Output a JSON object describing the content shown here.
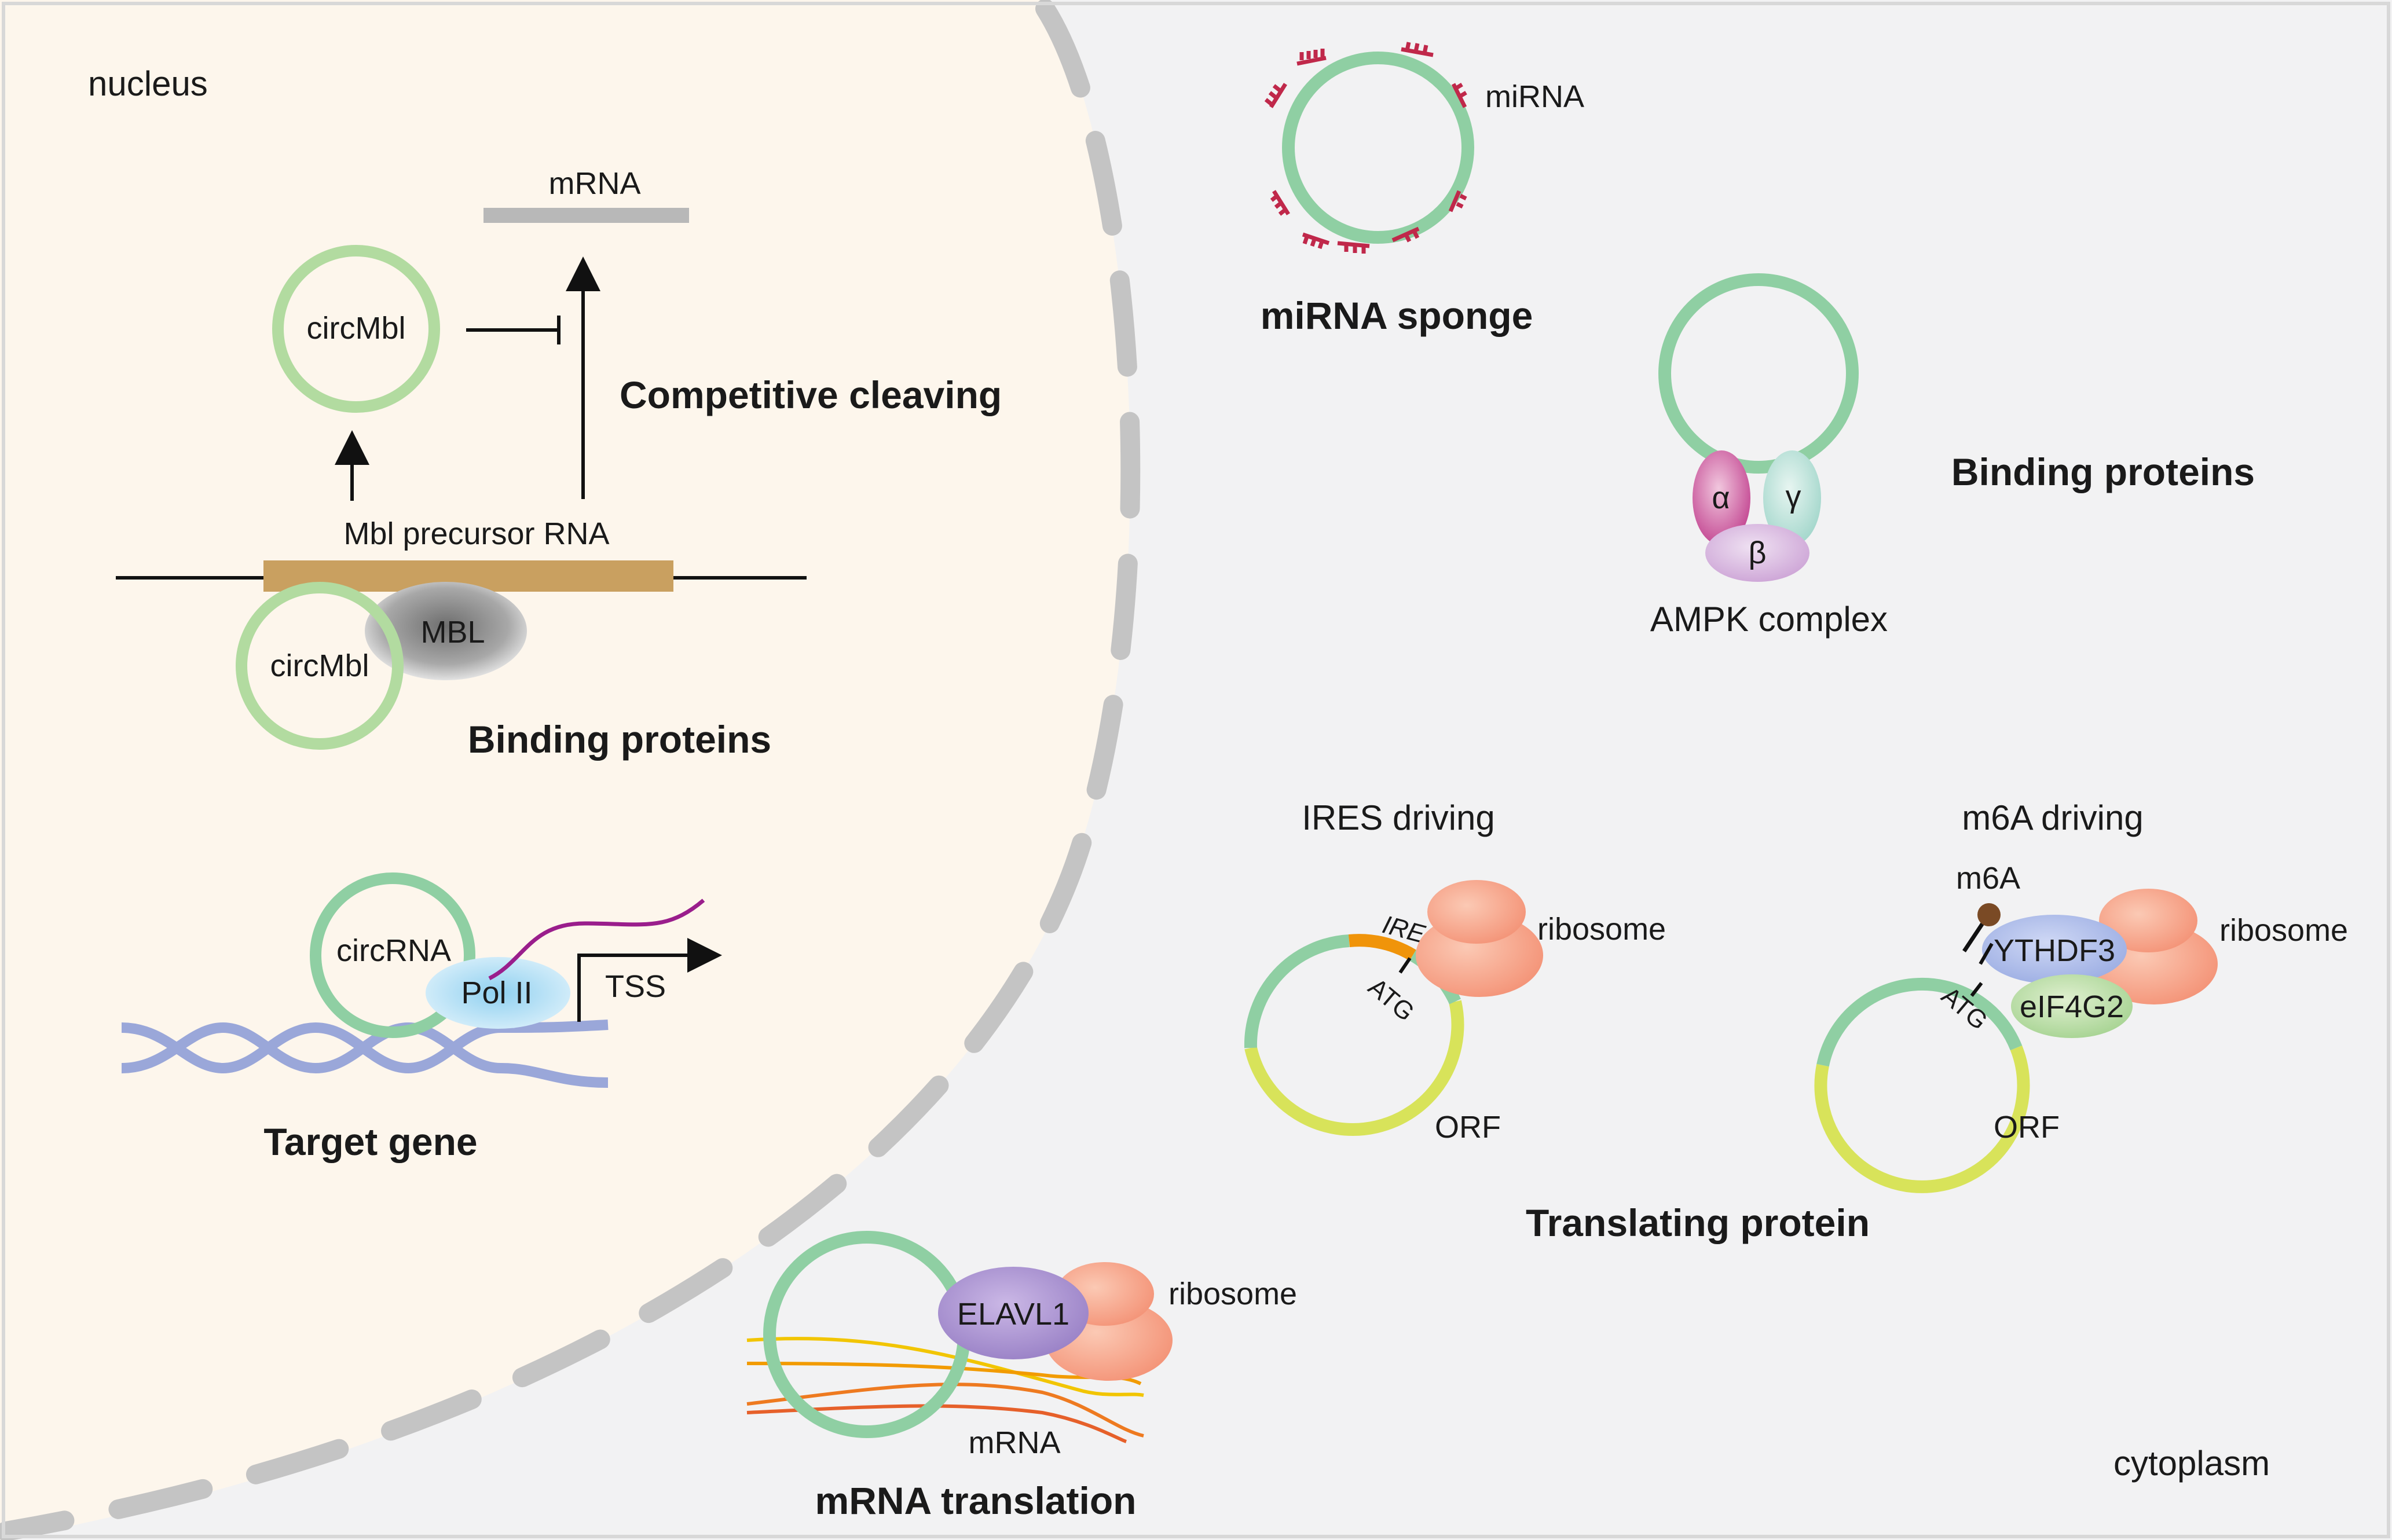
{
  "regions": {
    "nucleus": "nucleus",
    "cytoplasm": "cytoplasm"
  },
  "nuclear": {
    "mrna": "mRNA",
    "circmbl_top": "circMbl",
    "competitive_cleaving": "Competitive cleaving",
    "precursor": "Mbl precursor RNA",
    "mbl": "MBL",
    "circmbl_bottom": "circMbl",
    "binding_proteins": "Binding proteins",
    "circrna": "circRNA",
    "pol2": "Pol II",
    "tss": "TSS",
    "target_gene": "Target gene"
  },
  "cytoplasmic": {
    "mirna": "miRNA",
    "mirna_sponge": "miRNA sponge",
    "alpha": "α",
    "gamma": "γ",
    "beta": "β",
    "ampk": "AMPK complex",
    "binding_proteins": "Binding proteins",
    "ires_driving": "IRES driving",
    "ires": "IRES",
    "atg_ires": "ATG",
    "ribosome_ires": "ribosome",
    "orf_ires": "ORF",
    "m6a_driving": "m6A driving",
    "m6a": "m6A",
    "ythdf3": "YTHDF3",
    "eif4g2": "eIF4G2",
    "atg_m6a": "ATG",
    "ribosome_m6a": "ribosome",
    "orf_m6a": "ORF",
    "translating_protein": "Translating protein",
    "elavl1": "ELAVL1",
    "ribosome_elavl": "ribosome",
    "mrna": "mRNA",
    "mrna_translation": "mRNA translation"
  },
  "colors": {
    "nucleus_fill": "#fdf6ec",
    "cytoplasm_fill": "#f2f2f3",
    "membrane": "#c4c4c4",
    "circ_green": "#8fcfa3",
    "circ_light": "#b2dba0",
    "orf_yellow": "#d8e35a",
    "ires_orange": "#f0940a",
    "precursor_brown": "#c9a060",
    "mrna_gray": "#b8b8b8",
    "mirna_red": "#c0284a",
    "dna_blue": "#9aa7d9",
    "pol2_blue": "#b9e1f4",
    "ribosome_salmon": "#f7a98c",
    "elavl1_purple": "#b7a0d8",
    "ythdf3_blue": "#b8c5ee",
    "eif4g2_green": "#c6e4b0",
    "alpha_pink": "#cd5a9f",
    "gamma_teal": "#bfe3db",
    "beta_lilac": "#dcc0e3",
    "mbl_gray": "#8a8a8a",
    "transcript_purple": "#9a1e8c"
  }
}
